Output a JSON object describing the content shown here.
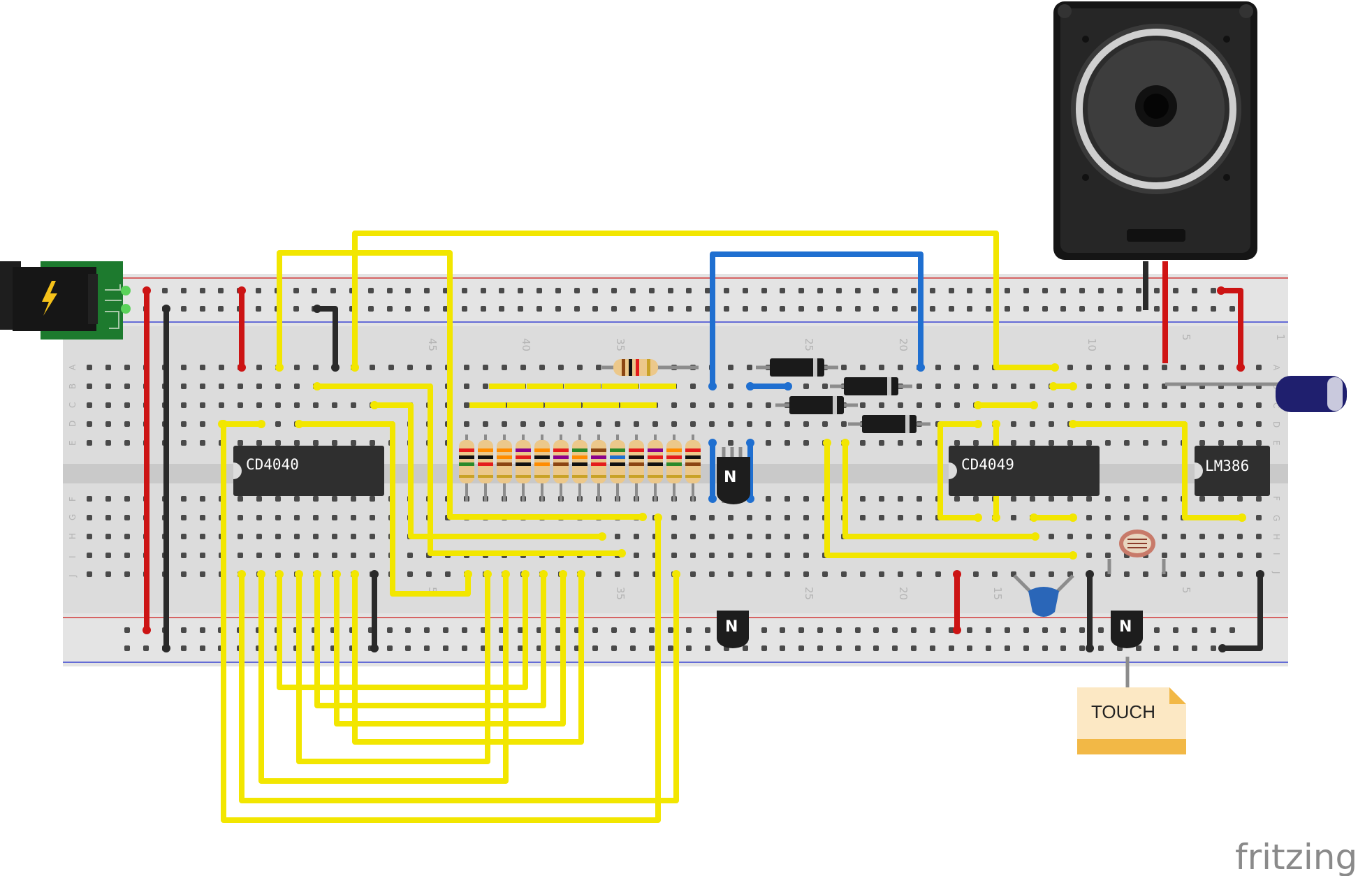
{
  "chips": {
    "counter": "CD4040",
    "inverter": "CD4049",
    "amplifier": "LM386"
  },
  "transistor_mark": "N",
  "touch_label": "TOUCH",
  "brand": "fritzing",
  "breadboard": {
    "row_letters_top": [
      "A",
      "B",
      "C",
      "D",
      "E"
    ],
    "row_letters_bottom": [
      "F",
      "G",
      "H",
      "I",
      "J"
    ],
    "column_numbers_top": [
      "45",
      "40",
      "35",
      "25",
      "20",
      "10",
      "5",
      "1"
    ],
    "column_numbers_bottom": [
      "5",
      "35",
      "25",
      "20",
      "15",
      "5"
    ]
  },
  "colors": {
    "wire_yellow": "#f2e600",
    "wire_red": "#cc1414",
    "wire_black": "#2a2a2a",
    "wire_blue": "#1f6fd0",
    "hole_green": "#5ad25a",
    "board": "#dcdcdc"
  },
  "icons": [
    "power-jack-icon",
    "lightning-icon",
    "speaker-icon",
    "capacitor-icon",
    "photoresistor-icon"
  ]
}
